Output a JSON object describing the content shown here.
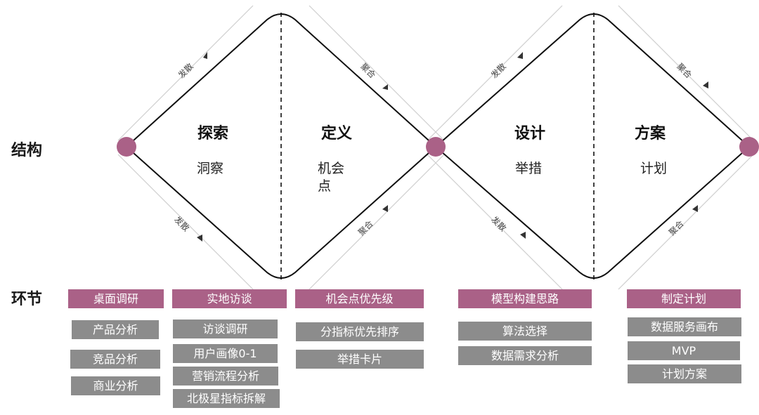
{
  "row_labels": {
    "structure": "结构",
    "stages": "环节"
  },
  "phases": [
    {
      "title": "探索",
      "sub": "洞察"
    },
    {
      "title": "定义",
      "sub": "机会点"
    },
    {
      "title": "设计",
      "sub": "举措"
    },
    {
      "title": "方案",
      "sub": "计划"
    }
  ],
  "edge_labels": {
    "diverge": "发散",
    "converge": "聚合"
  },
  "stage_groups": [
    {
      "header": "桌面调研",
      "items": [
        "产品分析",
        "竞品分析",
        "商业分析"
      ]
    },
    {
      "header": "实地访谈",
      "items": [
        "访谈调研",
        "用户画像0-1",
        "营销流程分析",
        "北极星指标拆解"
      ]
    },
    {
      "header": "机会点优先级",
      "items": [
        "分指标优先排序",
        "举措卡片"
      ]
    },
    {
      "header": "模型构建思路",
      "items": [
        "算法选择",
        "数据需求分析"
      ]
    },
    {
      "header": "制定计划",
      "items": [
        "数据服务画布",
        "MVP",
        "计划方案"
      ]
    }
  ],
  "colors": {
    "node": "#aa6187",
    "header_box": "#aa6187",
    "item_box": "#8c8c8c",
    "outline": "#111111",
    "guide": "#cfcfcf"
  }
}
